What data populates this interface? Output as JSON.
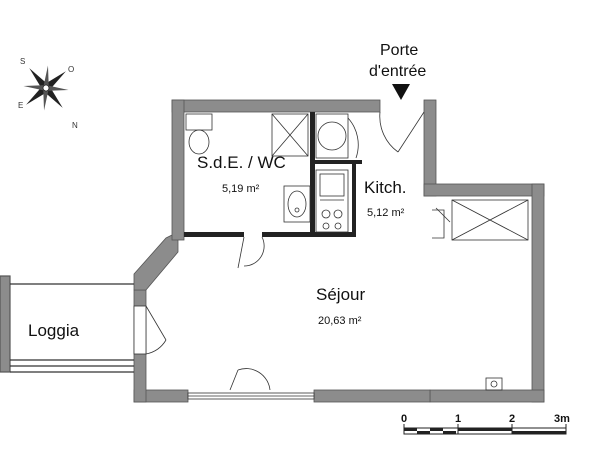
{
  "entrance": {
    "line1": "Porte",
    "line2": "d'entrée"
  },
  "rooms": {
    "bathroom": {
      "name": "S.d.E. / WC",
      "area": "5,19 m²"
    },
    "kitchen": {
      "name": "Kitch.",
      "area": "5,12 m²"
    },
    "living": {
      "name": "Séjour",
      "area": "20,63 m²"
    },
    "loggia": {
      "name": "Loggia"
    }
  },
  "compass": {
    "n": "N",
    "s": "S",
    "e": "E",
    "o": "O"
  },
  "scale": {
    "labels": [
      "0",
      "1",
      "2",
      "3m"
    ]
  },
  "colors": {
    "wall": "#8c8c8c",
    "wall_edge": "#555555",
    "line": "#333333"
  }
}
